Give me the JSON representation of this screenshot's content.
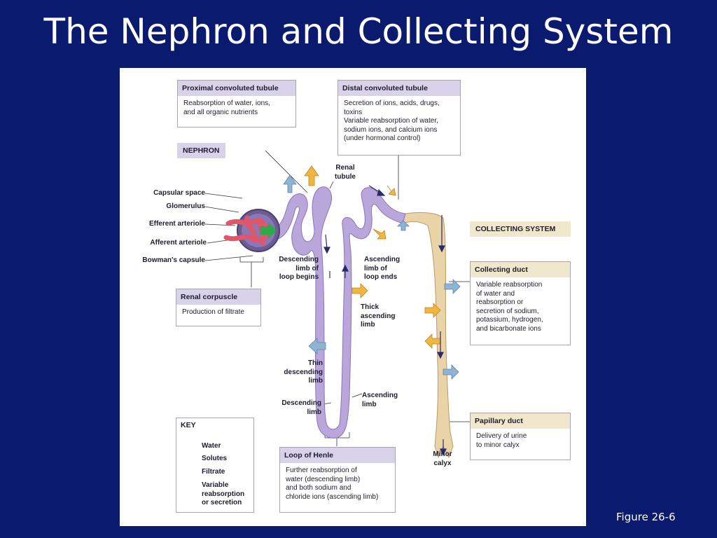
{
  "title": "The Nephron and Collecting System",
  "figure_caption": "Figure 26-6",
  "colors": {
    "background": "#0a1a6e",
    "tubule": "#b9a6db",
    "collecting_duct": "#ead3a6",
    "water_arrow": "#8fb3d3",
    "solute_arrow": "#f0b63d",
    "filtrate_arrow": "#2faa4a",
    "glomerulus": "#e0566a"
  },
  "boxes": {
    "pct": {
      "header": "Proximal convoluted tubule",
      "body": [
        "Reabsorption of water, ions,",
        "and all organic nutrients"
      ]
    },
    "dct": {
      "header": "Distal convoluted tubule",
      "body": [
        "Secretion of ions, acids, drugs,",
        "toxins",
        "Variable reabsorption of water,",
        "sodium ions, and calcium ions",
        "(under hormonal control)"
      ]
    },
    "nephron_tag": "NEPHRON",
    "collecting_system_tag": "COLLECTING SYSTEM",
    "collecting_duct": {
      "header": "Collecting duct",
      "body": [
        "Variable reabsorption",
        "of water and",
        "reabsorption or",
        "secretion of sodium,",
        "potassium, hydrogen,",
        "and bicarbonate ions"
      ]
    },
    "renal_corpuscle": {
      "header": "Renal corpuscle",
      "body": [
        "Production of filtrate"
      ]
    },
    "papillary_duct": {
      "header": "Papillary duct",
      "body": [
        "Delivery of urine",
        "to minor calyx"
      ]
    },
    "loop_of_henle": {
      "header": "Loop of Henle",
      "body": [
        "Further reabsorption of",
        "water (descending limb)",
        "and both sodium and",
        "chloride ions (ascending limb)"
      ]
    }
  },
  "labels": {
    "capsular_space": "Capsular space",
    "glomerulus": "Glomerulus",
    "efferent_arteriole": "Efferent arteriole",
    "afferent_arteriole": "Afferent arteriole",
    "bowmans_capsule": "Bowman's capsule",
    "renal_tubule": [
      "Renal",
      "tubule"
    ],
    "descending_limb_begins": [
      "Descending",
      "limb of",
      "loop begins"
    ],
    "ascending_limb_ends": [
      "Ascending",
      "limb of",
      "loop ends"
    ],
    "thick_ascending_limb": [
      "Thick",
      "ascending",
      "limb"
    ],
    "thin_descending_limb": [
      "Thin",
      "descending",
      "limb"
    ],
    "descending_limb": [
      "Descending",
      "limb"
    ],
    "ascending_limb": [
      "Ascending",
      "limb"
    ],
    "minor_calyx": [
      "Minor",
      "calyx"
    ]
  },
  "key": {
    "header": "KEY",
    "items": [
      {
        "icon": "water-arrow-icon",
        "label": "Water"
      },
      {
        "icon": "solutes-arrow-icon",
        "label": "Solutes"
      },
      {
        "icon": "filtrate-arrow-icon",
        "label": "Filtrate"
      },
      {
        "icon": "variable-arrow-icon",
        "label": "Variable reabsorption or secretion",
        "lines": [
          "Variable",
          "reabsorption",
          "or secretion"
        ]
      }
    ]
  }
}
